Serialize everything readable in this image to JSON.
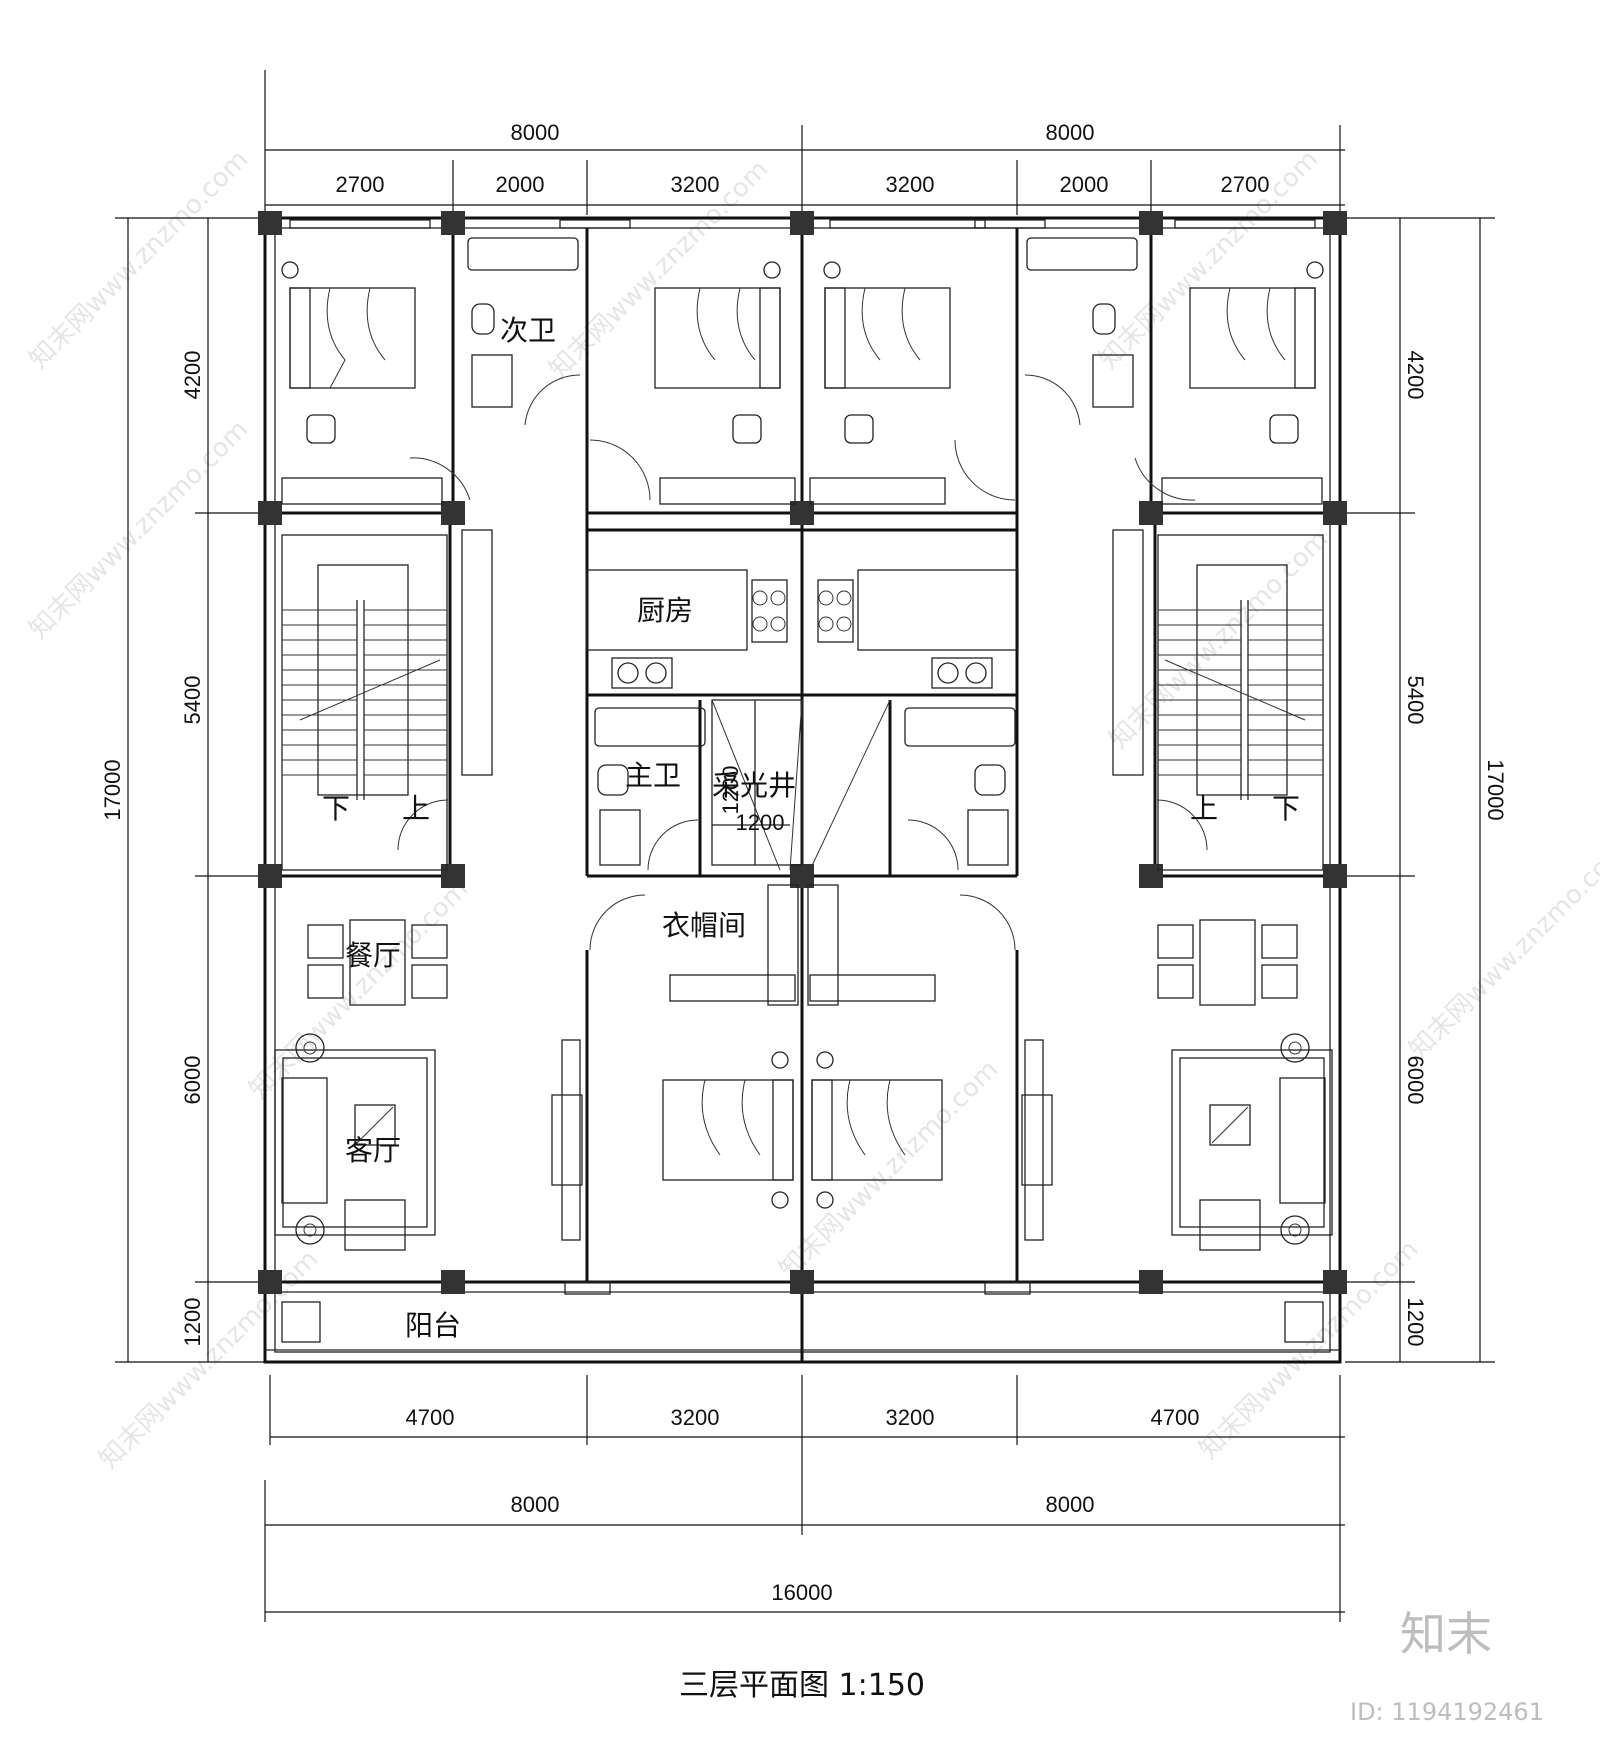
{
  "title": "三层平面图  1:150",
  "dimensions": {
    "top_overall": [
      "8000",
      "8000"
    ],
    "top_segments": [
      "2700",
      "2000",
      "3200",
      "3200",
      "2000",
      "2700"
    ],
    "left_overall": "17000",
    "left_segments": [
      "4200",
      "5400",
      "6000",
      "1200"
    ],
    "right_overall": "17000",
    "right_segments": [
      "4200",
      "5400",
      "6000",
      "1200"
    ],
    "bottom_segments": [
      "4700",
      "3200",
      "3200",
      "4700"
    ],
    "bottom_overall": [
      "8000",
      "8000"
    ],
    "bottom_total": "16000",
    "lightwell_width": "1200",
    "lightwell_depth": "1200"
  },
  "rooms": {
    "secondary_bath": "次卫",
    "kitchen": "厨房",
    "master_bath": "主卫",
    "lightwell": "采光井",
    "cloakroom": "衣帽间",
    "dining": "餐厅",
    "living": "客厅",
    "balcony": "阳台",
    "stair_down_left": "下",
    "stair_up_left": "上",
    "stair_down_right": "下",
    "stair_up_right": "上"
  },
  "watermark": {
    "brand": "知末网www.znzmo.com",
    "logo": "知末",
    "id": "ID: 1194192461"
  }
}
